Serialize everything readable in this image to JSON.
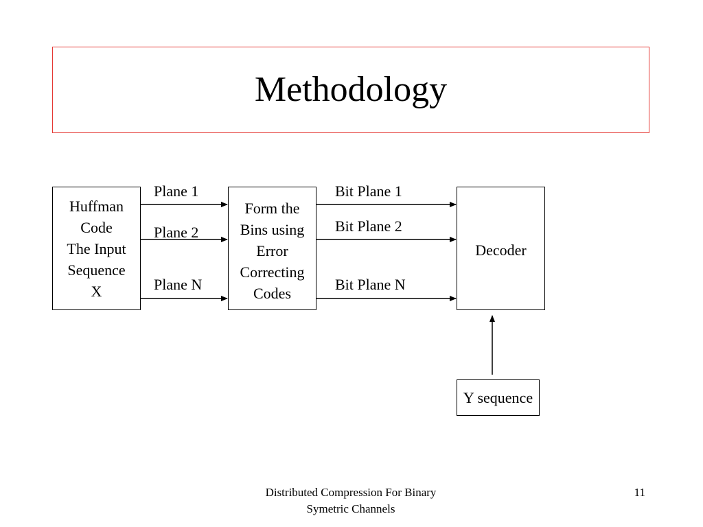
{
  "slide": {
    "title": "Methodology",
    "footer": {
      "line1": "Distributed Compression For Binary",
      "line2": "Symetric Channels",
      "page_number": "11"
    }
  },
  "diagram": {
    "blocks": {
      "huffman": [
        "Huffman",
        "Code",
        "The Input",
        "Sequence",
        "X"
      ],
      "form_bins": [
        "Form the",
        "Bins using",
        "Error",
        "Correcting",
        "Codes"
      ],
      "decoder": [
        "Decoder"
      ],
      "y_sequence": [
        "Y sequence"
      ]
    },
    "plane_labels": [
      "Plane 1",
      "Plane 2",
      "Plane N"
    ],
    "bit_plane_labels": [
      "Bit Plane 1",
      "Bit Plane 2",
      "Bit Plane N"
    ]
  }
}
